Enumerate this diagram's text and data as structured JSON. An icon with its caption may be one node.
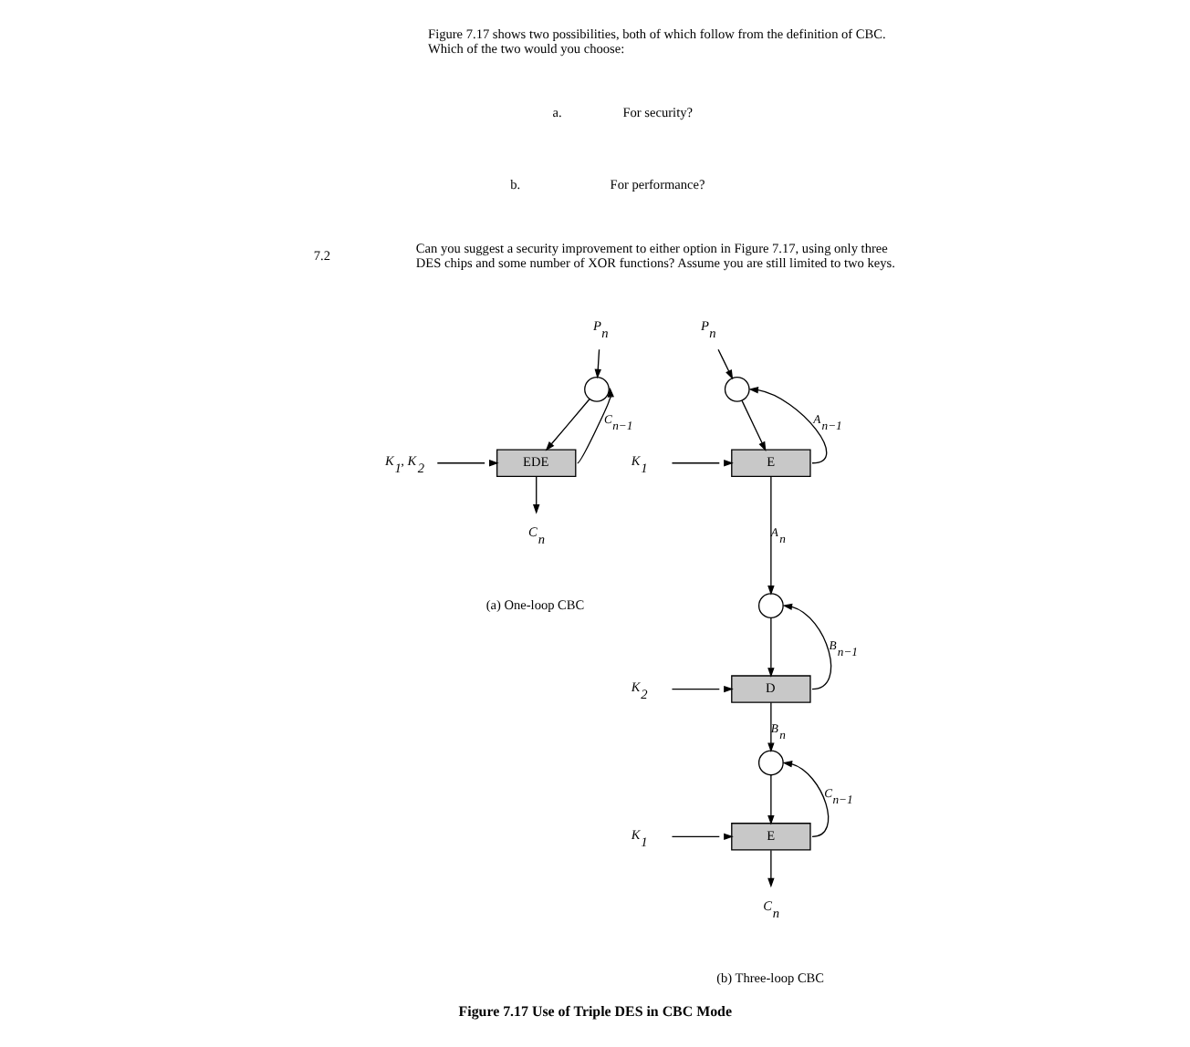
{
  "diagram": {
    "caption": "Figure 7.17 Use of Triple DES in CBC Mode",
    "nodes": [
      {
        "text": [
          "P$_{n}$"
        ]
      },
      {
        "text": [],
        "shape": "circle"
      },
      {
        "text": [
          "K$_{1}$, K$_{2}$"
        ]
      },
      {
        "text": [
          "EDE"
        ]
      },
      {
        "text": [
          "C$_{n}$"
        ]
      },
      {
        "text": [
          "P$_{n}$"
        ]
      },
      {
        "text": [],
        "shape": "circle"
      },
      {
        "text": [
          "K$_{1}$"
        ]
      },
      {
        "text": [
          "E"
        ]
      },
      {
        "text": [],
        "shape": "circle"
      },
      {
        "text": [
          "K$_{2}$"
        ]
      },
      {
        "text": [
          "D"
        ]
      },
      {
        "text": [],
        "shape": "circle"
      },
      {
        "text": [
          "K$_{1}$"
        ]
      },
      {
        "text": [
          "E"
        ]
      },
      {
        "text": [
          "C$_{n}$"
        ]
      }
    ],
    "edges": [
      {
        "from": 0,
        "to": 1,
        "arrow": "to"
      },
      {
        "from": 1,
        "to": 3,
        "arrow": "to"
      },
      {
        "from": 2,
        "to": 3,
        "arrow": "to"
      },
      {
        "from": 3,
        "to": 4,
        "arrow": "to"
      },
      {
        "from": 3,
        "to": 1,
        "arrow": "to",
        "label": "C$_{n−1}$"
      },
      {
        "from": 5,
        "to": 6,
        "arrow": "to"
      },
      {
        "from": 6,
        "to": 8,
        "arrow": "to"
      },
      {
        "from": 7,
        "to": 8,
        "arrow": "to"
      },
      {
        "from": 8,
        "to": 9,
        "arrow": "to",
        "label": "A$_{n}$"
      },
      {
        "from": 8,
        "to": 6,
        "arrow": "to",
        "label": "A$_{n−1}$"
      },
      {
        "from": 9,
        "to": 11,
        "arrow": "to"
      },
      {
        "from": 10,
        "to": 11,
        "arrow": "to"
      },
      {
        "from": 11,
        "to": 12,
        "arrow": "to",
        "label": "B$_{n}$"
      },
      {
        "from": 11,
        "to": 9,
        "arrow": "to",
        "label": "B$_{n−1}$"
      },
      {
        "from": 12,
        "to": 14,
        "arrow": "to"
      },
      {
        "from": 13,
        "to": 14,
        "arrow": "to"
      },
      {
        "from": 14,
        "to": 15,
        "arrow": "to"
      },
      {
        "from": 14,
        "to": 12,
        "arrow": "to",
        "label": "C$_{n−1}$"
      }
    ],
    "labels": [
      "Figure 7.17 shows two possibilities, both of which follow from the definition of CBC. Which of the two would you choose:",
      "a.",
      "For security?",
      "b.",
      "For performance?",
      "7.2",
      "Can you suggest a security improvement to either option in Figure 7.17, using only three DES chips and some number of XOR functions? Assume you are still limited to two keys.",
      "(a) One-loop CBC",
      "(b) Three-loop CBC"
    ]
  }
}
